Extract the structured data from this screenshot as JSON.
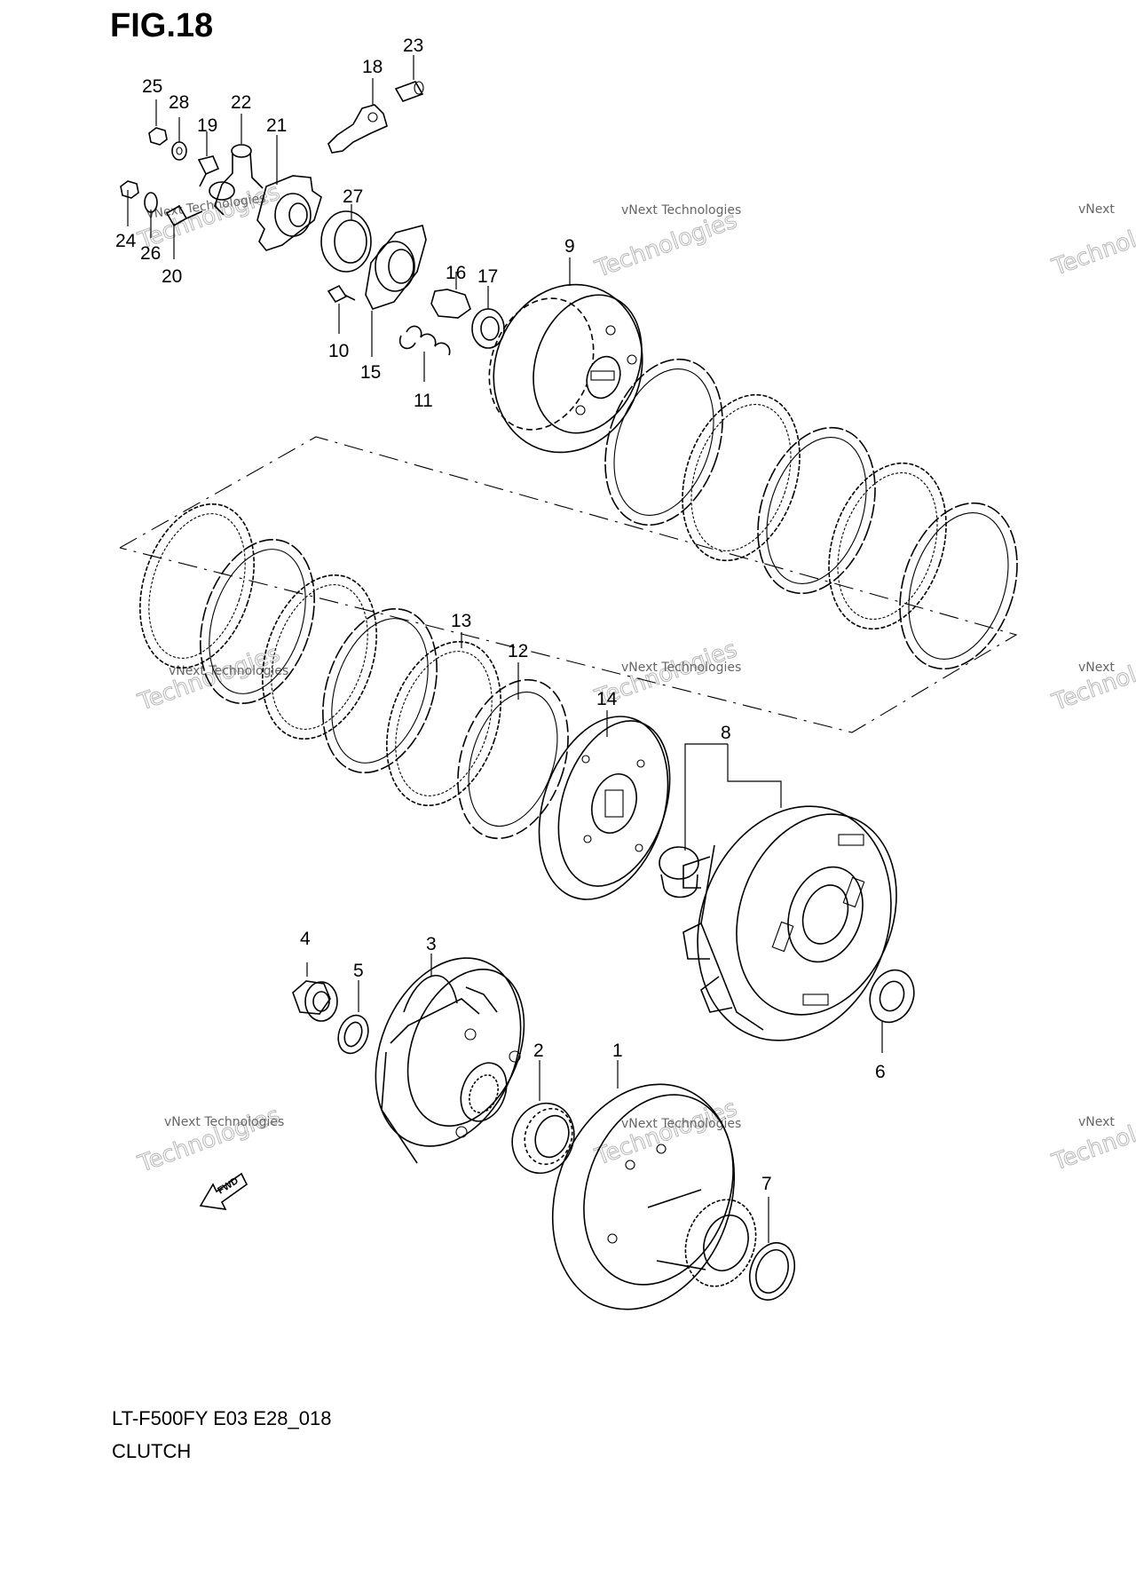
{
  "figure_title": "FIG.18",
  "footer": {
    "model_code": "LT-F500FY E03 E28_018",
    "section_name": "CLUTCH"
  },
  "watermark": {
    "line1": "vNext Technologies",
    "line2": "Technologies",
    "line3": "vNext"
  },
  "fwd_label": "FWD",
  "callouts": {
    "c1": "1",
    "c2": "2",
    "c3": "3",
    "c4": "4",
    "c5": "5",
    "c6": "6",
    "c7": "7",
    "c8": "8",
    "c9": "9",
    "c10": "10",
    "c11": "11",
    "c12": "12",
    "c13": "13",
    "c14": "14",
    "c15": "15",
    "c16": "16",
    "c17": "17",
    "c18": "18",
    "c19": "19",
    "c20": "20",
    "c21": "21",
    "c22": "22",
    "c23": "23",
    "c24": "24",
    "c25": "25",
    "c26": "26",
    "c27": "27",
    "c28": "28"
  }
}
